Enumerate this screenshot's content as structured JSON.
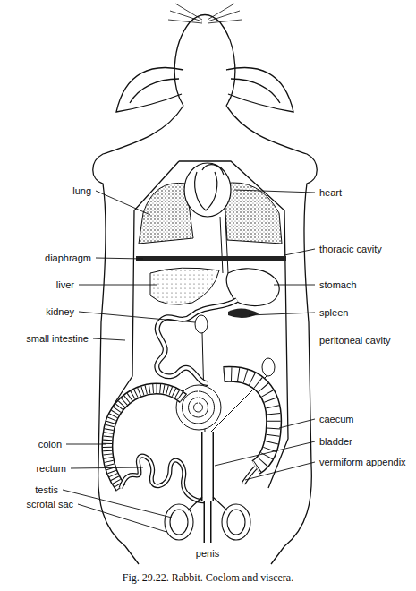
{
  "diagram": {
    "caption": "Fig. 29.22. Rabbit. Coelom and viscera.",
    "labels": [
      "lung",
      "heart",
      "thoracic cavity",
      "diaphragm",
      "liver",
      "stomach",
      "kidney",
      "spleen",
      "small intestine",
      "peritoneal cavity",
      "caecum",
      "colon",
      "bladder",
      "rectum",
      "vermiform appendix",
      "testis",
      "scrotal sac",
      "penis"
    ]
  }
}
